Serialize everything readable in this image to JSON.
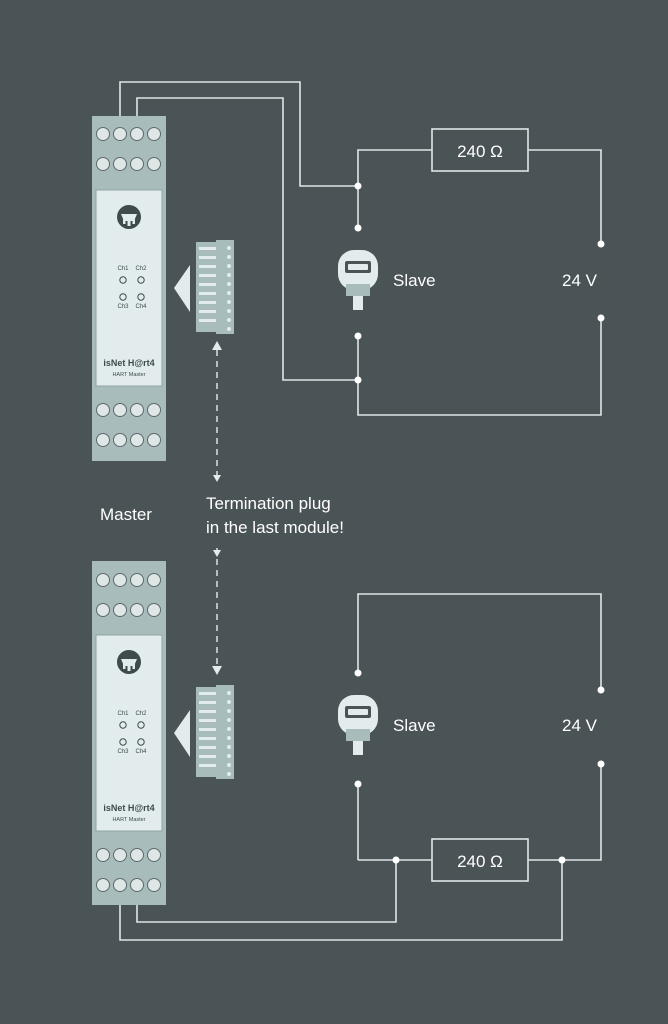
{
  "colors": {
    "background": "#4a5356",
    "wire": "#dfe6e6",
    "module_body": "#a9bcbc",
    "module_face": "#e3ecec",
    "module_text": "#3e4a4c",
    "terminal": "#dfe6e6",
    "plug": "#a9bcbc"
  },
  "modules": [
    {
      "title": "isNet H@rt4",
      "subtitle": "HART Master",
      "leds": [
        "Ch1",
        "Ch2",
        "Ch3",
        "Ch4"
      ],
      "logo_icon": "isnet-logo-icon"
    },
    {
      "title": "isNet H@rt4",
      "subtitle": "HART Master",
      "leds": [
        "Ch1",
        "Ch2",
        "Ch3",
        "Ch4"
      ],
      "logo_icon": "isnet-logo-icon"
    }
  ],
  "master_label": "Master",
  "termination_note": [
    "Termination plug",
    "in the last module!"
  ],
  "circuits": [
    {
      "resistor": "240 Ω",
      "device": "Slave",
      "supply": "24 V"
    },
    {
      "resistor": "240 Ω",
      "device": "Slave",
      "supply": "24 V"
    }
  ]
}
